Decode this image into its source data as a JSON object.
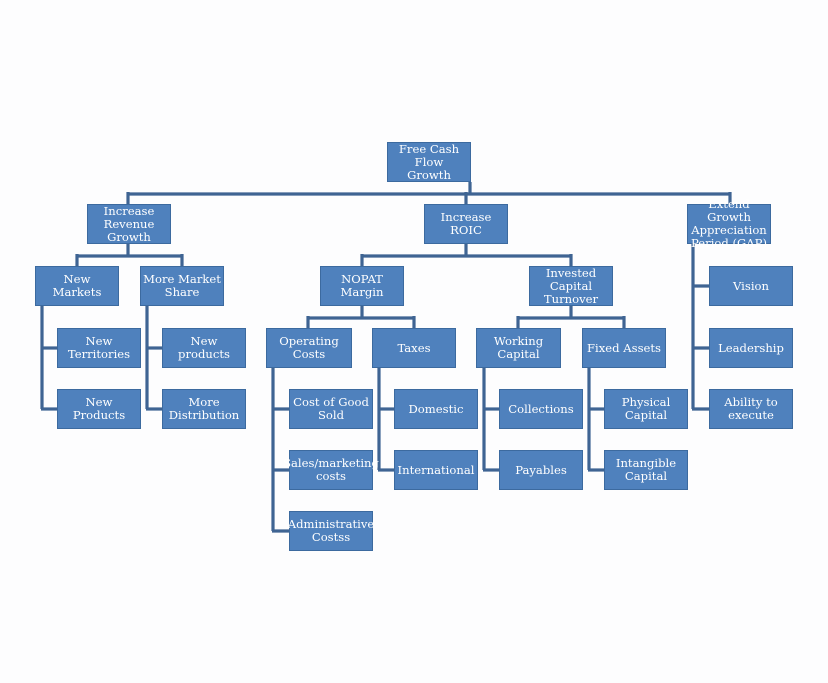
{
  "diagram": {
    "nodes": {
      "root": "Free Cash Flow\nGrowth",
      "revenue": "Increase\nRevenue\nGrowth",
      "roic": "Increase\nROIC",
      "gap": "Extend Growth\nAppreciation\nPeriod (GAP)",
      "new_markets": "New Markets",
      "more_share": "More Market\nShare",
      "new_territories": "New Territories",
      "new_products_cap": "New Products",
      "new_products_low": "New products",
      "more_distribution": "More\nDistribution",
      "nopat": "NOPAT Margin",
      "ic_turnover": "Invested Capital\nTurnover",
      "operating_costs": "Operating Costs",
      "taxes": "Taxes",
      "working_capital": "Working Capital",
      "fixed_assets": "Fixed Assets",
      "cogs": "Cost of Good\nSold",
      "sales_marketing": "Sales/marketing\ncosts",
      "admin_costs": "Administrative\nCostss",
      "domestic": "Domestic",
      "international": "International",
      "collections": "Collections",
      "payables": "Payables",
      "physical_capital": "Physical Capital",
      "intangible_capital": "Intangible\nCapital",
      "vision": "Vision",
      "leadership": "Leadership",
      "ability_execute": "Ability to\nexecute"
    },
    "colors": {
      "box_fill": "#4f81bd",
      "box_border": "#3c6a9f",
      "connector": "#3f6493",
      "text": "#ffffff",
      "background": "#fdfdfe"
    }
  }
}
